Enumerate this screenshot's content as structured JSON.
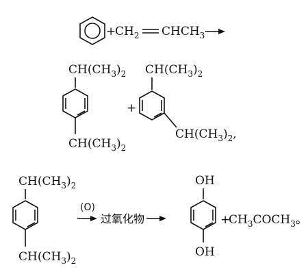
{
  "reaction1": {
    "plus": "+",
    "propene_left": "CH",
    "propene_left_sub": "2",
    "propene_right": "CHCH",
    "propene_right_sub": "3"
  },
  "products1": {
    "para_top": "CH(CH",
    "para_top_sub": "3",
    "para_top_close": ")",
    "para_top_sub2": "2",
    "para_bottom": "CH(CH",
    "para_bottom_sub": "3",
    "para_bottom_close": ")",
    "para_bottom_sub2": "2",
    "plus": "+",
    "meta_top": "CH(CH",
    "meta_top_sub": "3",
    "meta_top_close": ")",
    "meta_top_sub2": "2",
    "meta_right": "CH(CH",
    "meta_right_sub": "3",
    "meta_right_close": ")",
    "meta_right_sub2": "2",
    "comma": ","
  },
  "reaction2": {
    "reactant_top": "CH(CH",
    "reactant_top_sub": "3",
    "reactant_top_close": ")",
    "reactant_top_sub2": "2",
    "reactant_bottom": "CH(CH",
    "reactant_bottom_sub": "3",
    "reactant_bottom_close": ")",
    "reactant_bottom_sub2": "2",
    "oxidant": "(O)",
    "intermediate": "过氧化物",
    "product_top": "OH",
    "product_bottom": "OH",
    "plus": "+",
    "acetone": "CH",
    "acetone_sub": "3",
    "acetone_rest": "COCH",
    "acetone_sub2": "3",
    "period": "。"
  }
}
